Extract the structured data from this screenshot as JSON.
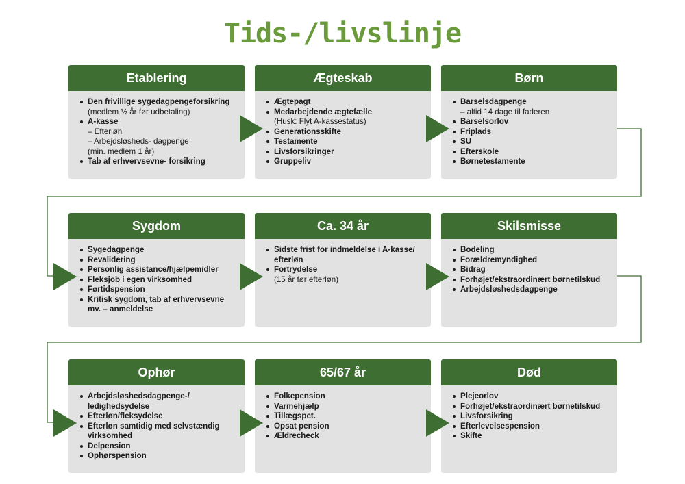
{
  "title": "Tids-/livslinje",
  "colors": {
    "accent": "#3f6e32",
    "title": "#6a9a3c",
    "card_bg": "#e2e2e2"
  },
  "cards": [
    {
      "title": "Etablering",
      "items": [
        {
          "main": "Den frivillige sygedagpengeforsikring",
          "sub": [
            "(medlem ½ år før udbetaling)"
          ]
        },
        {
          "main": "A-kasse",
          "sub": [
            "– Efterløn",
            "– Arbejdsløsheds- dagpenge",
            "(min. medlem 1 år)"
          ]
        },
        {
          "main": "Tab af erhvervsevne- forsikring",
          "sub": []
        }
      ]
    },
    {
      "title": "Ægteskab",
      "items": [
        {
          "main": "Ægtepagt",
          "sub": []
        },
        {
          "main": "Medarbejdende ægtefælle",
          "sub": [
            "(Husk: Flyt A-kassestatus)"
          ]
        },
        {
          "main": "Generationsskifte",
          "sub": []
        },
        {
          "main": "Testamente",
          "sub": []
        },
        {
          "main": "Livsforsikringer",
          "sub": []
        },
        {
          "main": "Gruppeliv",
          "sub": []
        }
      ]
    },
    {
      "title": "Børn",
      "items": [
        {
          "main": "Barselsdagpenge",
          "sub": [
            "– altid 14 dage til faderen"
          ]
        },
        {
          "main": "Barselsorlov",
          "sub": []
        },
        {
          "main": "Friplads",
          "sub": []
        },
        {
          "main": "SU",
          "sub": []
        },
        {
          "main": "Efterskole",
          "sub": []
        },
        {
          "main": "Børnetestamente",
          "sub": []
        }
      ]
    },
    {
      "title": "Sygdom",
      "items": [
        {
          "main": "Sygedagpenge",
          "sub": []
        },
        {
          "main": "Revalidering",
          "sub": []
        },
        {
          "main": "Personlig assistance/hjælpemidler",
          "sub": []
        },
        {
          "main": "Fleksjob i egen virksomhed",
          "sub": []
        },
        {
          "main": "Førtidspension",
          "sub": []
        },
        {
          "main": "Kritisk sygdom, tab af erhvervsevne mv. – anmeldelse",
          "sub": []
        }
      ]
    },
    {
      "title": "Ca. 34 år",
      "items": [
        {
          "main": "Sidste frist for indmeldelse i A-kasse/ efterløn",
          "sub": []
        },
        {
          "main": "Fortrydelse",
          "sub": [
            "(15 år før efterløn)"
          ]
        }
      ]
    },
    {
      "title": "Skilsmisse",
      "items": [
        {
          "main": "Bodeling",
          "sub": []
        },
        {
          "main": "Forældremyndighed",
          "sub": []
        },
        {
          "main": "Bidrag",
          "sub": []
        },
        {
          "main": "Forhøjet/ekstraordinært børnetilskud",
          "sub": []
        },
        {
          "main": "Arbejdsløshedsdagpenge",
          "sub": []
        }
      ]
    },
    {
      "title": "Ophør",
      "items": [
        {
          "main": "Arbejdsløshedsdagpenge-/ ledighedsydelse",
          "sub": []
        },
        {
          "main": "Efterløn/fleksydelse",
          "sub": []
        },
        {
          "main": "Efterløn samtidig med selvstændig virksomhed",
          "sub": []
        },
        {
          "main": "Delpension",
          "sub": []
        },
        {
          "main": "Ophørspension",
          "sub": []
        }
      ]
    },
    {
      "title": "65/67 år",
      "items": [
        {
          "main": "Folkepension",
          "sub": []
        },
        {
          "main": "Varmehjælp",
          "sub": []
        },
        {
          "main": "Tillægspct.",
          "sub": []
        },
        {
          "main": "Opsat pension",
          "sub": []
        },
        {
          "main": "Ældrecheck",
          "sub": []
        }
      ]
    },
    {
      "title": "Død",
      "items": [
        {
          "main": "Plejeorlov",
          "sub": []
        },
        {
          "main": "Forhøjet/ekstraordinært børnetilskud",
          "sub": []
        },
        {
          "main": "Livsforsikring",
          "sub": []
        },
        {
          "main": "Efterlevelsespension",
          "sub": []
        },
        {
          "main": "Skifte",
          "sub": []
        }
      ]
    }
  ]
}
